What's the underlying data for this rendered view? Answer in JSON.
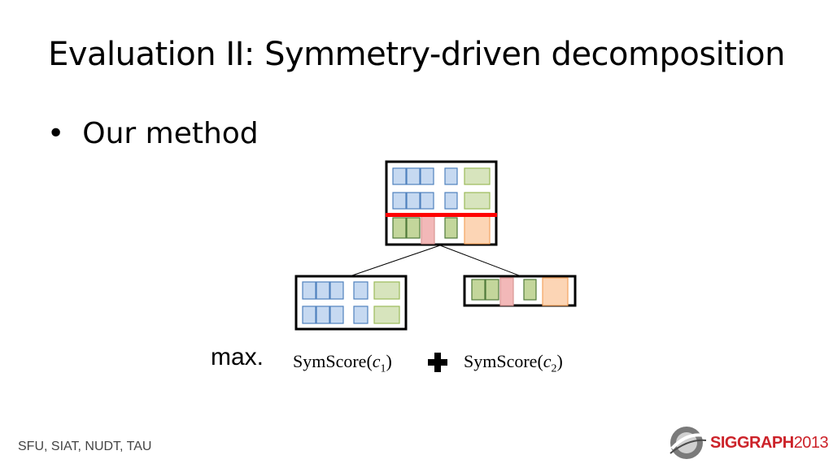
{
  "slide": {
    "title": "Evaluation II: Symmetry-driven decomposition",
    "bullet": "Our method",
    "bullet_symbol": "•"
  },
  "formula": {
    "max_label": "max.",
    "term1_func": "SymScore(",
    "term1_var": "c",
    "term1_sub": "1",
    "term1_close": ")",
    "operator": "plus-icon",
    "term2_func": "SymScore(",
    "term2_var": "c",
    "term2_sub": "2",
    "term2_close": ")"
  },
  "footer": {
    "affiliations": "SFU, SIAT, NUDT, TAU",
    "logo_name": "SIGGRAPH",
    "logo_year": "2013"
  },
  "colors": {
    "blue_fill": "#c6d9f1",
    "blue_stroke": "#4f81bd",
    "lightgreen_fill": "#d7e4bd",
    "lightgreen_stroke": "#9bbb59",
    "green_fill": "#c3d69b",
    "green_stroke": "#4f7a3a",
    "pink_fill": "#f2b8b8",
    "pink_stroke": "#d99694",
    "orange_fill": "#fcd5b5",
    "orange_stroke": "#f4a460",
    "cut_line": "#ff0000",
    "logo_red": "#cc2229"
  }
}
